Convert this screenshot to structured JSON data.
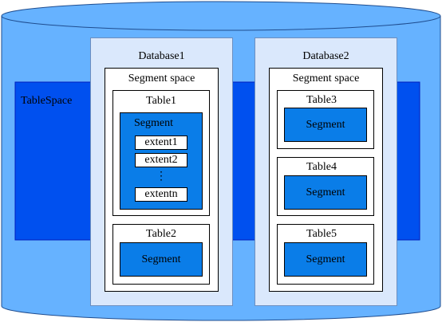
{
  "diagram": {
    "tablespace_label": "TableSpace",
    "databases": [
      {
        "title": "Database1",
        "segment_space_label": "Segment space",
        "tables": [
          {
            "title": "Table1",
            "segment_label": "Segment",
            "extents": [
              "extent1",
              "extent2",
              "extentn"
            ],
            "ellipsis": "⋮"
          },
          {
            "title": "Table2",
            "segment_label": "Segment"
          }
        ]
      },
      {
        "title": "Database2",
        "segment_space_label": "Segment space",
        "tables": [
          {
            "title": "Table3",
            "segment_label": "Segment"
          },
          {
            "title": "Table4",
            "segment_label": "Segment"
          },
          {
            "title": "Table5",
            "segment_label": "Segment"
          }
        ]
      }
    ],
    "colors": {
      "cylinder_fill": "#66b2ff",
      "cylinder_stroke": "#1f4d8f",
      "tablespace_fill": "#0050ef",
      "database_fill": "#dae8fc",
      "segment_fill": "#0a7de8"
    }
  }
}
